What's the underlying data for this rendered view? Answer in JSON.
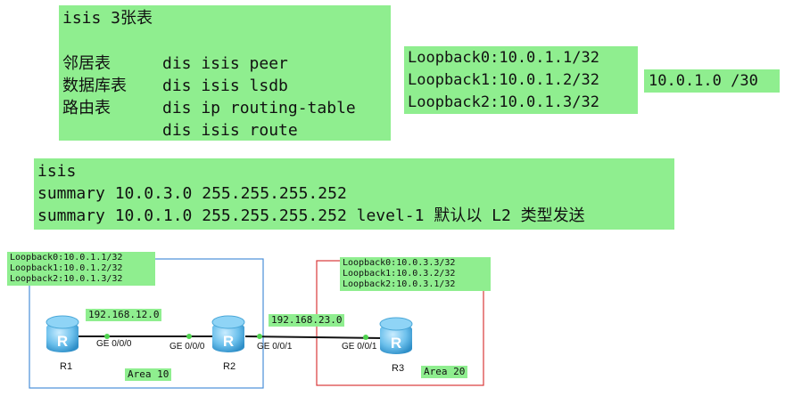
{
  "notes": {
    "title": "isis 3张表",
    "rows": [
      {
        "label": "邻居表",
        "cmd": "dis isis peer"
      },
      {
        "label": "数据库表",
        "cmd": "dis isis lsdb"
      },
      {
        "label": "路由表",
        "cmd": "dis ip routing-table"
      },
      {
        "label": "",
        "cmd": "dis isis route"
      }
    ]
  },
  "loopbacks_box": [
    "Loopback0:10.0.1.1/32",
    "Loopback1:10.0.1.2/32",
    "Loopback2:10.0.1.3/32"
  ],
  "summary_prefix": "10.0.1.0 /30",
  "config": {
    "lines": [
      "isis",
      "summary 10.0.3.0 255.255.255.252",
      "summary 10.0.1.0 255.255.255.252 level-1 默认以 L2 类型发送"
    ]
  },
  "diagram": {
    "r1_loopbacks": [
      "Loopback0:10.0.1.1/32",
      "Loopback1:10.0.1.2/32",
      "Loopback2:10.0.1.3/32"
    ],
    "r3_loopbacks": [
      "Loopback0:10.0.3.3/32",
      "Loopback1:10.0.3.2/32",
      "Loopback2:10.0.3.1/32"
    ],
    "net_12": "192.168.12.0",
    "net_23": "192.168.23.0",
    "r1_port": "GE 0/0/0",
    "r2_port_left": "GE 0/0/0",
    "r2_port_right": "GE 0/0/1",
    "r3_port": "GE 0/0/1",
    "router_names": [
      "R1",
      "R2",
      "R3"
    ],
    "area_10": "Area 10",
    "area_20": "Area 20",
    "colors": {
      "highlight": "#8fee8f",
      "area10_border": "#4a90d9",
      "area20_border": "#d9383a",
      "router": "#5bb3e6"
    }
  }
}
